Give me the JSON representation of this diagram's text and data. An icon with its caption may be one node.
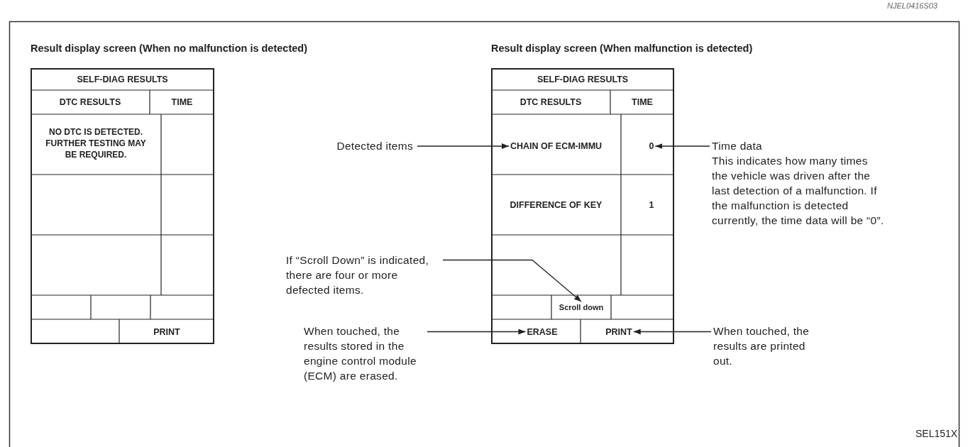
{
  "diagram": {
    "nodes": [
      {
        "text": [
          "Result display screen (When no malfunction is detected)"
        ]
      },
      {
        "text": [
          "SELF-DIAG RESULTS"
        ],
        "in": 0
      },
      {
        "text": [
          "DTC RESULTS"
        ],
        "in": 0
      },
      {
        "text": [
          "TIME"
        ],
        "in": 0
      },
      {
        "text": [
          "NO DTC IS DETECTED. FURTHER TESTING MAY BE REQUIRED."
        ],
        "in": 0
      },
      {
        "text": [
          "PRINT"
        ],
        "in": 0
      },
      {
        "text": [
          "Result display screen (When malfunction is detected)"
        ]
      },
      {
        "text": [
          "SELF-DIAG RESULTS"
        ],
        "in": 6
      },
      {
        "text": [
          "DTC RESULTS"
        ],
        "in": 6
      },
      {
        "text": [
          "TIME"
        ],
        "in": 6
      },
      {
        "text": [
          "CHAIN OF ECM-IMMU"
        ],
        "in": 6
      },
      {
        "text": [
          "0"
        ],
        "in": 6
      },
      {
        "text": [
          "DIFFERENCE OF KEY"
        ],
        "in": 6
      },
      {
        "text": [
          "1"
        ],
        "in": 6
      },
      {
        "text": [
          "Scroll down"
        ],
        "in": 6
      },
      {
        "text": [
          "ERASE"
        ],
        "in": 6
      },
      {
        "text": [
          "PRINT"
        ],
        "in": 6
      },
      {
        "text": [
          "Detected items"
        ]
      },
      {
        "text": [
          "If “Scroll Down” is indicated, there are four or more defected items."
        ]
      },
      {
        "text": [
          "When touched, the results stored in the engine control module (ECM) are erased."
        ]
      },
      {
        "text": [
          "Time data",
          "This indicates how many times the vehicle was driven after the last detection of a malfunction. If the malfunction is detected currently, the time data will be “0”."
        ]
      },
      {
        "text": [
          "When touched, the results are printed out."
        ]
      }
    ],
    "edges": [
      {
        "from": 17,
        "to": 10,
        "arrow": "to"
      },
      {
        "from": 18,
        "to": 14,
        "arrow": "to"
      },
      {
        "from": 19,
        "to": 15,
        "arrow": "to"
      },
      {
        "from": 20,
        "to": 11,
        "arrow": "to"
      },
      {
        "from": 21,
        "to": 16,
        "arrow": "to"
      }
    ],
    "labels": [
      "NJEL0416S03",
      "SEL151X"
    ]
  }
}
